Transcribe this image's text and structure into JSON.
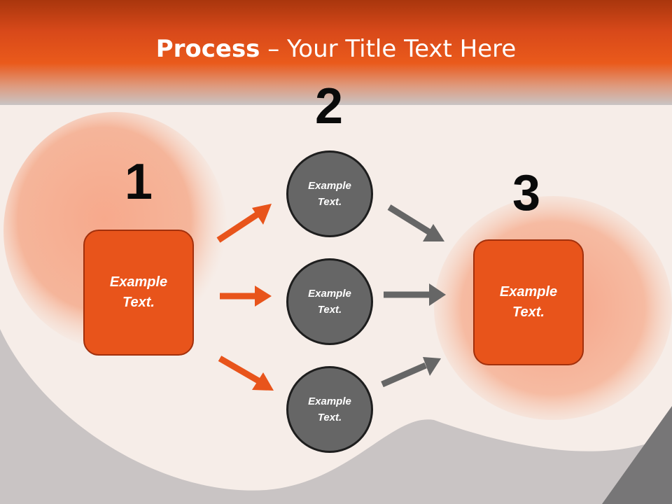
{
  "title": {
    "strong": "Process",
    "rest": " – Your Title Text Here"
  },
  "steps": [
    {
      "number": "1",
      "text": "Example\nText."
    },
    {
      "number": "2",
      "items": [
        "Example\nText.",
        "Example\nText.",
        "Example\nText."
      ]
    },
    {
      "number": "3",
      "text": "Example\nText."
    }
  ],
  "colors": {
    "accent": "#e8541b",
    "circle": "#666666",
    "arrow_orange": "#e8541b",
    "arrow_gray": "#666666"
  }
}
